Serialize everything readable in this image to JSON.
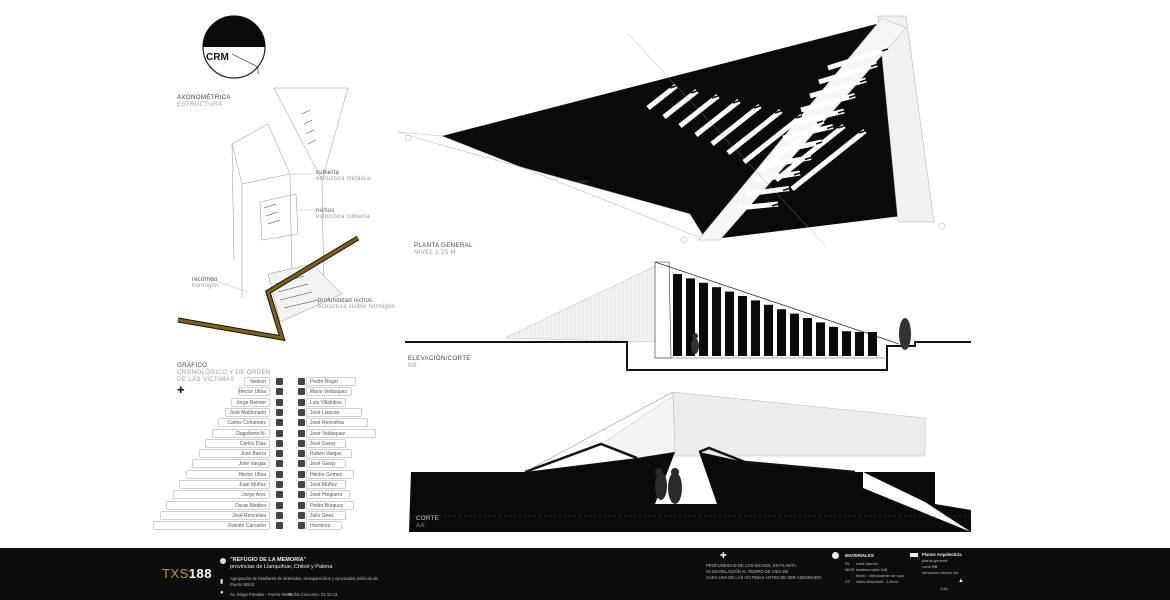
{
  "logo": {
    "text": "CRM"
  },
  "axonometric": {
    "title": "AXONOMÉTRICA",
    "subtitle": "ESTRUCTURA",
    "labels": [
      {
        "title": "cubierta",
        "sub": "estructura metálica"
      },
      {
        "title": "nichos",
        "sub": "estructura cubierta"
      },
      {
        "title": "recorrido",
        "sub": "hormigón"
      },
      {
        "title": "profundidad nichos",
        "sub": "estructura visible hormigón"
      }
    ]
  },
  "grafico": {
    "title_lines": [
      "GRÁFICO",
      "CRONOLÓGICO Y DE ORDEN",
      "DE LAS VÍCTIMAS"
    ],
    "left_names": [
      "Nelson Vet",
      "Héctor Ulloa",
      "Jorge Reimer",
      "José Maldonado",
      "Carlos Cofuentes",
      "Dagoberto N.",
      "Carlos Díaz",
      "José Barría",
      "José Vargas",
      "Héctor Ulloa",
      "Juan Muñoz",
      "Jorge Arce",
      "Oscar Medina",
      "José Renceliva",
      "Ramón Cárcamo"
    ],
    "right_names": [
      "Pedro Rogel",
      "Mario Velásquez",
      "Luis Villalobos",
      "José Llancao",
      "José Renceliva",
      "José Velásquez",
      "José Garay",
      "Rubén Vargas",
      "José Garay",
      "Héctor Gómez",
      "José Muñoz",
      "José Hinguero",
      "Pedro Bórquez",
      "Julio Geez",
      "Hombres"
    ]
  },
  "plan": {
    "title": "PLANTA GENERAL",
    "subtitle": "NIVEL 1:25 M",
    "path_label": "calle"
  },
  "elevation": {
    "title": "ELEVACIÓN/CORTE",
    "subtitle": "BB'"
  },
  "section": {
    "title": "CORTE",
    "subtitle": "AA'"
  },
  "footer": {
    "code_prefix": "TXS",
    "code_number": "188",
    "project_title": "\"REFUGIO DE LA MEMORIA\"",
    "project_subtitle": "provincias de Llanquihue, Chiloé y Palena",
    "description_lines": [
      "Agrupación de familiares de detenidos, desaparecidos y ejecutados políticos de",
      "Puerto Montt"
    ],
    "address": "Av. Diego Portales - Puerto Montt",
    "date": "Fecha Concurso: 21.10.13",
    "note_lines": [
      "PROFUNDIDAD DE LOS NICHOS, EN PLANTA,",
      "VA EN RELACIÓN AL TIEMPO DE VIDA DE",
      "CADA UNA DE LAS VÍCTIMAS ANTES DE SER ASESINADO"
    ],
    "materials_title": "MATERIALES",
    "materials": [
      {
        "code": "RL",
        "text": "roble laurelo"
      },
      {
        "code": "MMS",
        "text": "madera roble 2x8"
      },
      {
        "code": "",
        "text": "tinalo · vidriocarrier de lupo"
      },
      {
        "code": "VT",
        "text": "vidrio templado · 12mm"
      }
    ],
    "legend_title": "Planos Arquitectura",
    "legend_lines": [
      "planta general",
      "corte BB",
      "elevación interior AA"
    ],
    "scale": "1:50"
  }
}
